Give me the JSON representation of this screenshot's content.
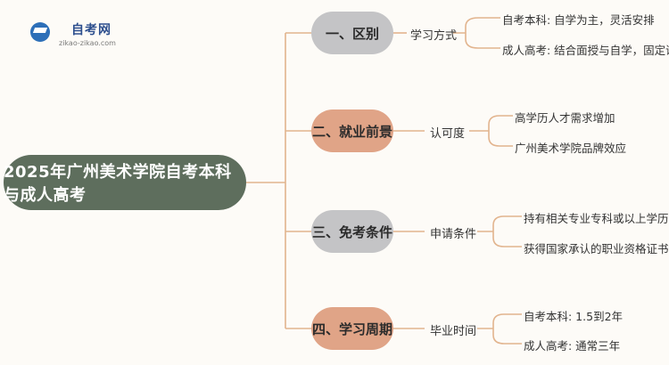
{
  "logo": {
    "name": "自考网",
    "url": "zikao-zikao.com"
  },
  "root": "2025年广州美术学院自考本科与成人高考",
  "branches": [
    {
      "title": "一、区别",
      "mid": "学习方式",
      "leaves": [
        "自考本科: 自学为主，灵活安排",
        "成人高考: 结合面授与自学，固定课程"
      ]
    },
    {
      "title": "二、就业前景",
      "mid": "认可度",
      "leaves": [
        "高学历人才需求增加",
        "广州美术学院品牌效应"
      ]
    },
    {
      "title": "三、免考条件",
      "mid": "申请条件",
      "leaves": [
        "持有相关专业专科或以上学历",
        "获得国家承认的职业资格证书"
      ]
    },
    {
      "title": "四、学习周期",
      "mid": "毕业时间",
      "leaves": [
        "自考本科: 1.5到2年",
        "成人高考: 通常三年"
      ]
    }
  ],
  "colors": {
    "root": "#5e6e5d",
    "grey": "#c4c4c6",
    "peach": "#e0a487",
    "line": "#e2b48e"
  }
}
